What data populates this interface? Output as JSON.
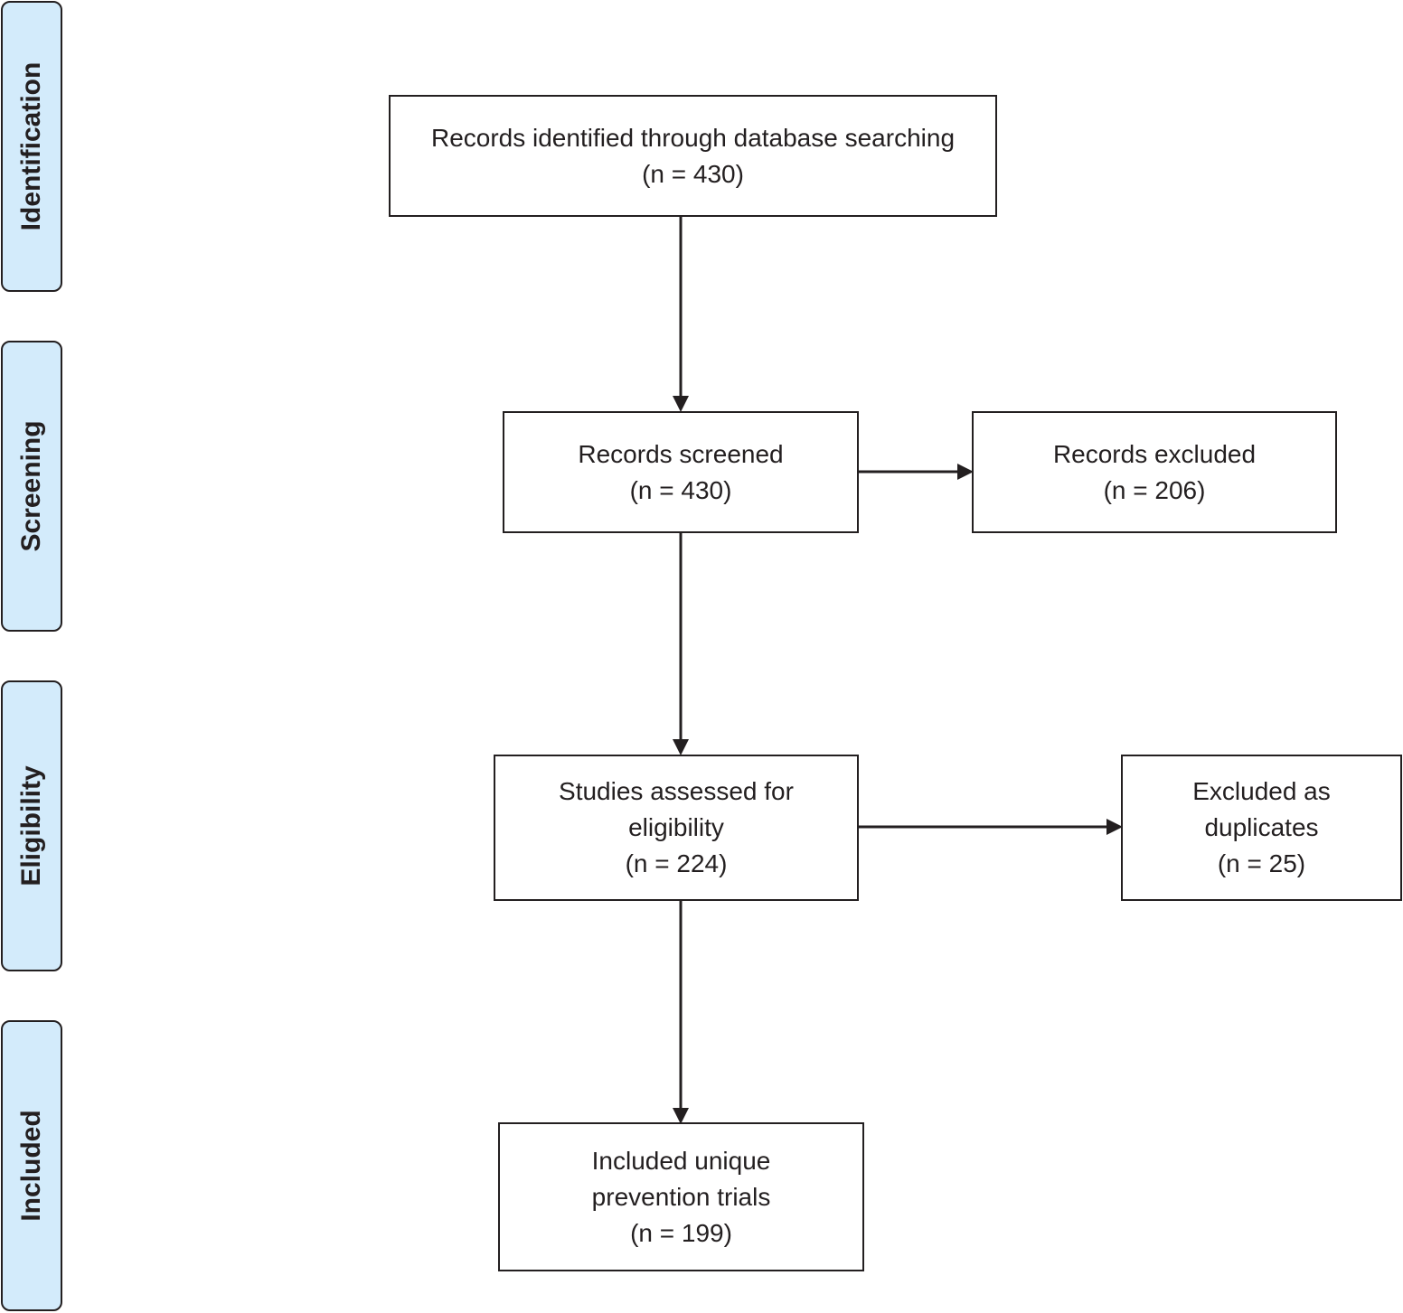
{
  "stages": {
    "identification": "Identification",
    "screening": "Screening",
    "eligibility": "Eligibility",
    "included": "Included"
  },
  "boxes": {
    "identified": {
      "line1": "Records identified through database searching",
      "count": "(n = 430)"
    },
    "screened": {
      "line1": "Records screened",
      "count": "(n = 430)"
    },
    "excluded": {
      "line1": "Records excluded",
      "count": "(n = 206)"
    },
    "assessed": {
      "line1": "Studies assessed for",
      "line2": "eligibility",
      "count": "(n = 224)"
    },
    "duplicates": {
      "line1": "Excluded as",
      "line2": "duplicates",
      "count": "(n = 25)"
    },
    "included": {
      "line1": "Included unique",
      "line2": "prevention trials",
      "count": "(n = 199)"
    }
  },
  "colors": {
    "stage_fill": "#d3ebfb",
    "stroke": "#231f20"
  }
}
